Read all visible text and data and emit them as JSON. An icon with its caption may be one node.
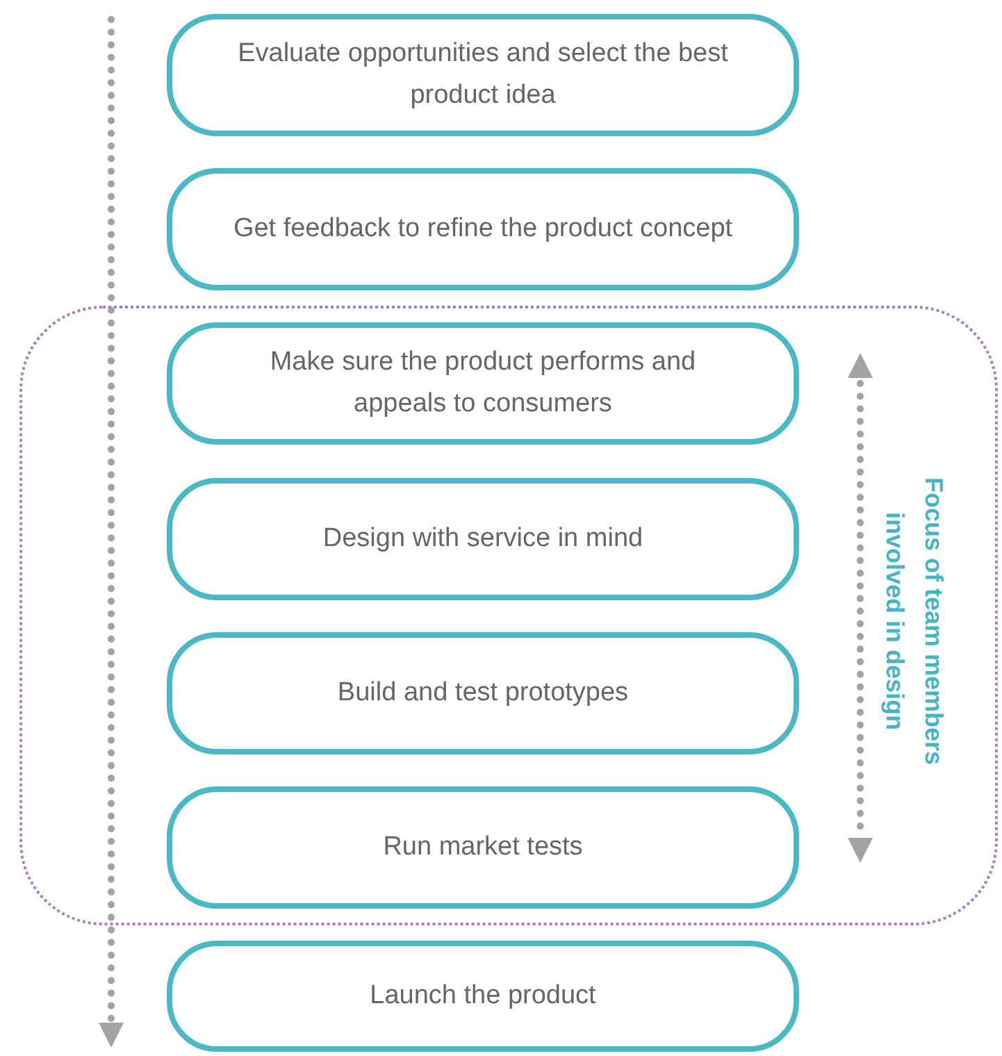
{
  "diagram": {
    "nodes": [
      {
        "text": [
          "Evaluate opportunities and select the best product idea"
        ]
      },
      {
        "text": [
          "Get feedback to refine the product concept"
        ]
      },
      {
        "text": [
          "Focus of team members involved in design"
        ]
      },
      {
        "text": [
          "Make sure the product performs and appeals to consumers"
        ],
        "in": 2
      },
      {
        "text": [
          "Design with service in mind"
        ],
        "in": 2
      },
      {
        "text": [
          "Build and test prototypes"
        ],
        "in": 2
      },
      {
        "text": [
          "Run market tests"
        ],
        "in": 2
      },
      {
        "text": [
          "Launch the product"
        ]
      }
    ],
    "edges": []
  }
}
